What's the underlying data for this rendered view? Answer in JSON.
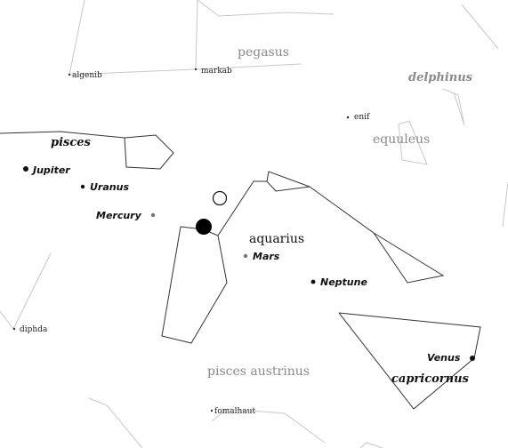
{
  "constellations": {
    "pegasus": "pegasus",
    "delphinus": "delphinus",
    "equuleus": "equuleus",
    "pisces": "pisces",
    "aquarius": "aquarius",
    "pisces_austrinus": "pisces austrinus",
    "capricornus": "capricornus"
  },
  "stars": {
    "algenib": "algenib",
    "markab": "markab",
    "enif": "enif",
    "diphda": "diphda",
    "fomalhaut": "fomalhaut"
  },
  "planets": {
    "jupiter": "Jupiter",
    "uranus": "Uranus",
    "mercury": "Mercury",
    "mars": "Mars",
    "neptune": "Neptune",
    "venus": "Venus"
  },
  "colors": {
    "line_faint": "#c8c8c8",
    "line_dark": "#333333",
    "label_gray": "#8a8a8a",
    "label_dark": "#111111"
  }
}
